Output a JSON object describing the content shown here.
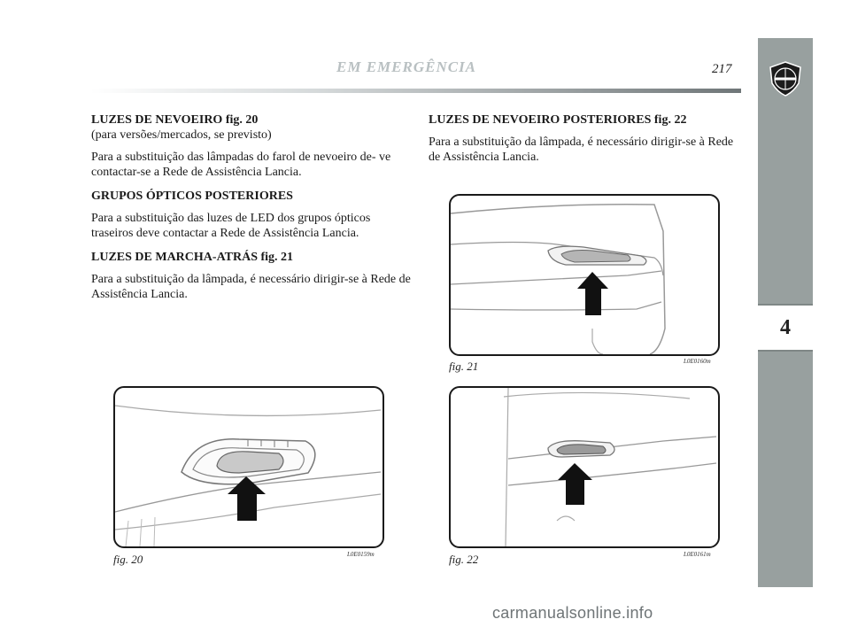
{
  "header": {
    "title": "EM EMERGÊNCIA",
    "page_number": "217"
  },
  "chapter": {
    "number": "4"
  },
  "left_column": {
    "sections": [
      {
        "heading": "LUZES DE NEVOEIRO fig. 20",
        "subheading": "(para versões/mercados, se previsto)",
        "body": "Para a substituição das lâmpadas do farol de nevoeiro de- ve contactar-se a Rede de Assistência Lancia."
      },
      {
        "heading": "GRUPOS ÓPTICOS POSTERIORES",
        "body": "Para a substituição das luzes de LED dos grupos ópticos traseiros deve contactar a Rede de Assistência Lancia."
      },
      {
        "heading": "LUZES DE MARCHA-ATRÁS fig. 21",
        "body": "Para a substituição da lâmpada, é necessário dirigir-se à Rede de Assistência Lancia."
      }
    ]
  },
  "right_column": {
    "sections": [
      {
        "heading": "LUZES DE NEVOEIRO POSTERIORES fig. 22",
        "body": "Para a substituição da lâmpada, é necessário dirigir-se à Rede de Assistência Lancia."
      }
    ]
  },
  "figures": {
    "fig20": {
      "caption": "fig. 20",
      "code": "L0E0159m"
    },
    "fig21": {
      "caption": "fig. 21",
      "code": "L0E0160m"
    },
    "fig22": {
      "caption": "fig. 22",
      "code": "L0E0161m"
    }
  },
  "watermark": "carmanualsonline.info",
  "colors": {
    "side_band": "#98a09f",
    "header_title": "#b9c0c2"
  }
}
